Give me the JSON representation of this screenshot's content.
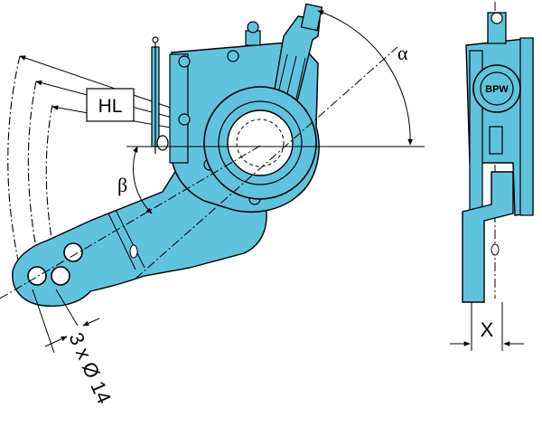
{
  "labels": {
    "hl": "HL",
    "alpha": "α",
    "beta": "β",
    "x": "X",
    "holes": "3 x Ø 14",
    "logo": "BPW"
  },
  "colors": {
    "body": "#5fc3de",
    "body_dark": "#2c8fb0",
    "line": "#000000",
    "background": "#ffffff"
  }
}
